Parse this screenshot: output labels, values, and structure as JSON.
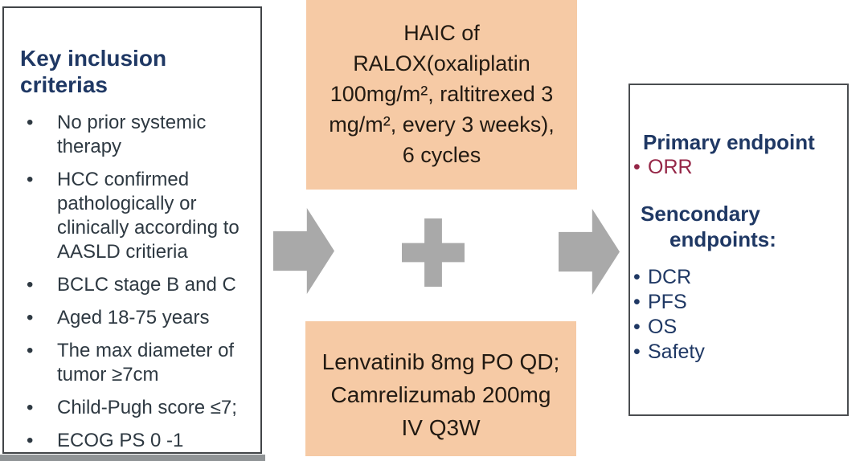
{
  "colors": {
    "navy_heading": "#1f3864",
    "maroon_orr": "#952647",
    "peach_box": "#f6caa5",
    "arrow_gray": "#a9a9a9",
    "box_border": "#414447",
    "body_text": "#2e3942",
    "peach_text": "#221a12"
  },
  "inclusion_box": {
    "title": "Key inclusion criterias",
    "bullet": "•",
    "items": [
      "No prior systemic therapy",
      "HCC confirmed pathologically or clinically according to AASLD critieria",
      "BCLC stage B and C",
      "Aged 18-75 years",
      "The max diameter of tumor ≥7cm",
      "Child-Pugh score ≤7;",
      "ECOG PS 0 -1"
    ]
  },
  "haic_box": {
    "lines": [
      "HAIC of",
      "RALOX(oxaliplatin",
      "100mg/m², raltitrexed 3",
      "mg/m², every 3 weeks),",
      "6 cycles"
    ]
  },
  "systemic_box": {
    "lines": [
      "Lenvatinib 8mg PO QD;",
      "Camrelizumab 200mg",
      "IV Q3W"
    ]
  },
  "endpoints_box": {
    "primary_title": "Primary endpoint",
    "bullet": "•",
    "primary_items": [
      "ORR"
    ],
    "secondary_title_line1": "Sencondary",
    "secondary_title_line2": "endpoints:",
    "secondary_items": [
      "DCR",
      "PFS",
      "OS",
      "Safety"
    ]
  },
  "flow": {
    "arrow_icon": "right-arrow",
    "plus_icon": "plus"
  }
}
